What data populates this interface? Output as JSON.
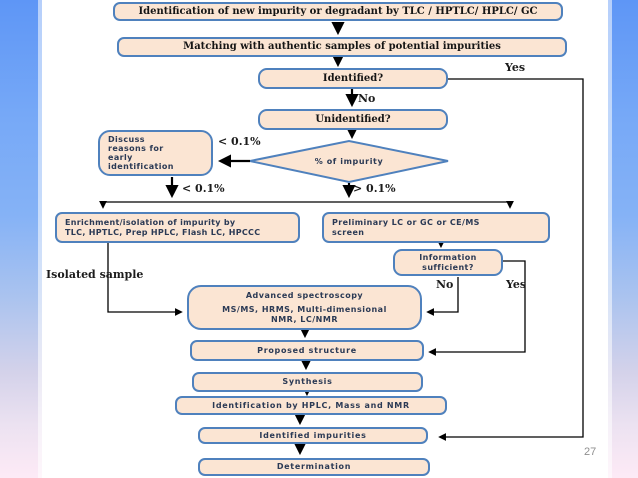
{
  "page_number": "27",
  "colors": {
    "node_fill": "#fbe5d3",
    "node_border": "#4f81bd",
    "connector": "#000000",
    "frame_top": "#5e96f6",
    "frame_bottom": "#fdeaf6"
  },
  "flowchart": {
    "nodes": {
      "identification": {
        "label": "Identification of new impurity or degradant by TLC / HPTLC/ HPLC/ GC"
      },
      "matching": {
        "label": "Matching with authentic samples of potential impurities"
      },
      "identified": {
        "label": "Identified?"
      },
      "unidentified": {
        "label": "Unidentified?"
      },
      "discuss": {
        "lines": [
          "Discuss",
          "reasons for",
          "early",
          "identification"
        ]
      },
      "impurity_pct": {
        "label": "% of impurity"
      },
      "enrichment": {
        "lines": [
          "Enrichment/isolation of impurity by",
          "TLC, HPTLC, Prep HPLC, Flash LC, HPCCC"
        ]
      },
      "preliminary": {
        "lines": [
          "Preliminary LC or GC or CE/MS",
          "screen"
        ]
      },
      "info_sufficient": {
        "lines": [
          "Information",
          "sufficient?"
        ]
      },
      "advanced": {
        "lines": [
          "Advanced spectroscopy",
          "MS/MS, HRMS, Multi-dimensional",
          "NMR, LC/NMR"
        ]
      },
      "proposed": {
        "label": "Proposed structure"
      },
      "synthesis": {
        "label": "Synthesis"
      },
      "identification_by": {
        "label": "Identification by HPLC, Mass and NMR"
      },
      "identified_impurities": {
        "label": "Identified impurities"
      },
      "determination": {
        "label": "Determination"
      }
    },
    "edge_labels": {
      "yes_identified": "Yes",
      "no_identified": "No",
      "lt_01_left": "< 0.1%",
      "lt_01_down": "< 0.1%",
      "gt_01_down": "> 0.1%",
      "isolated_sample": "Isolated sample",
      "no_info": "No",
      "yes_info": "Yes"
    }
  }
}
